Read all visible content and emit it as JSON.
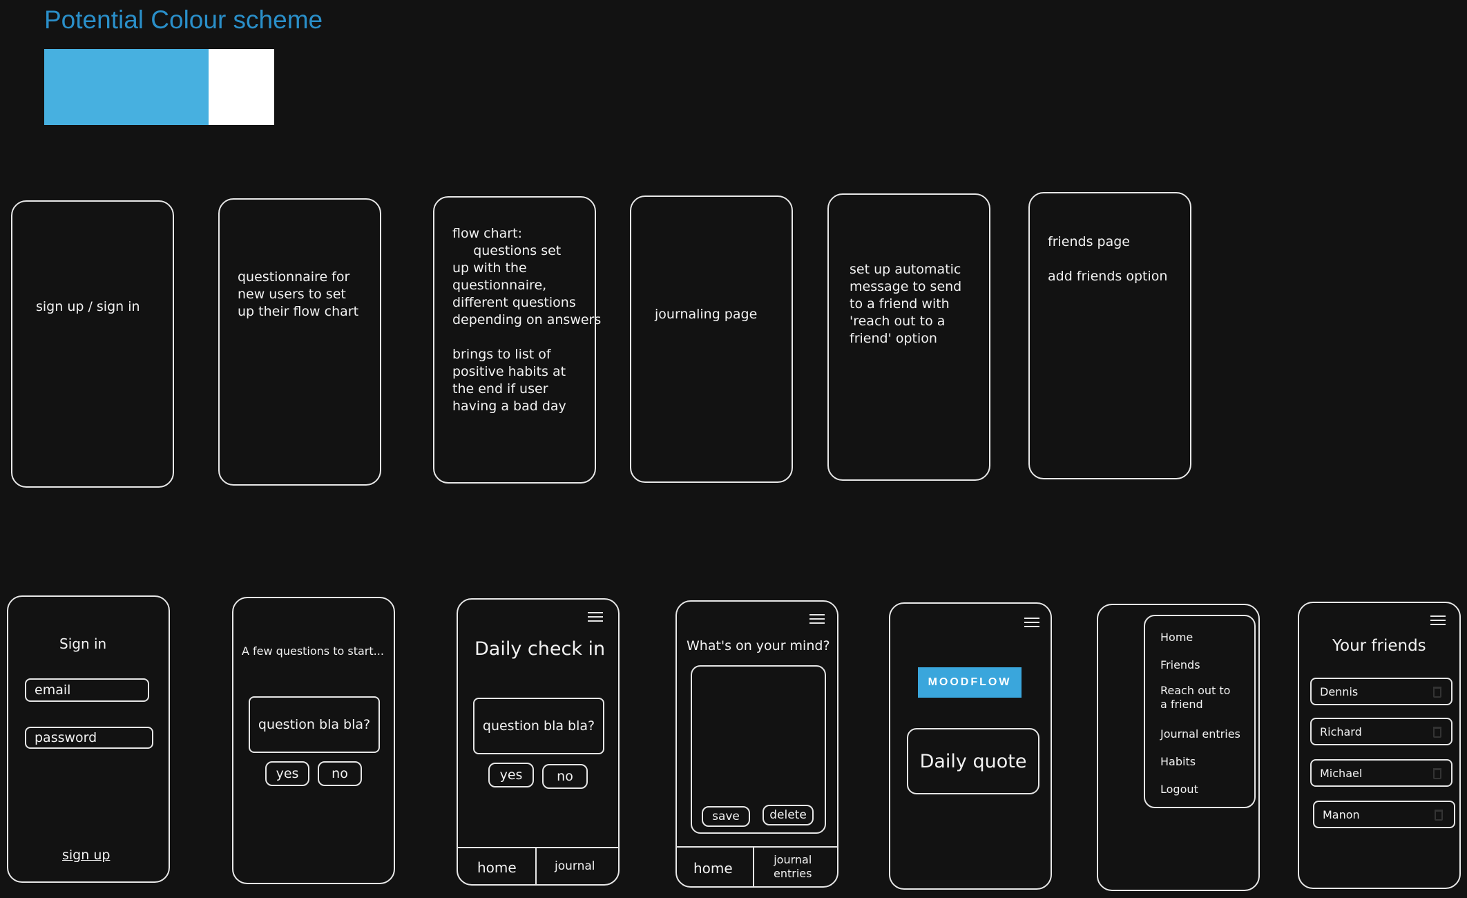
{
  "heading": "Potential Colour scheme",
  "colors": {
    "primary": "#47b0e0",
    "secondary": "#ffffff",
    "background": "#121212",
    "stroke": "#e8e8e8"
  },
  "flow_notes": {
    "n1": "sign up / sign in",
    "n2": "questionnaire for\nnew users to set\nup their flow chart",
    "n3": "flow chart:\n     questions set\nup with the\nquestionnaire,\ndifferent questions\ndepending on answers\n\nbrings to list of\npositive habits at\nthe end if user\nhaving a bad day",
    "n4": "journaling page",
    "n5": "set up automatic\nmessage to send\nto a friend with\n'reach out to a\nfriend' option",
    "n6": "friends page\n\nadd friends option"
  },
  "signin": {
    "title": "Sign in",
    "email": "email",
    "password": "password",
    "signup": "sign up"
  },
  "intro": {
    "title": "A few questions to start...",
    "question": "question bla bla?",
    "yes": "yes",
    "no": "no"
  },
  "checkin": {
    "title": "Daily check in",
    "question": "question bla bla?",
    "yes": "yes",
    "no": "no",
    "home": "home",
    "journal": "journal"
  },
  "journal": {
    "title": "What's on your mind?",
    "save": "save",
    "delete": "delete",
    "home": "home",
    "entries": "journal\nentries"
  },
  "home": {
    "logo": "MOODFLOW",
    "quote": "Daily quote"
  },
  "menu": {
    "items": [
      "Home",
      "Friends",
      "Reach out to\na friend",
      "Journal entries",
      "Habits",
      "Logout"
    ]
  },
  "friends": {
    "title": "Your friends",
    "list": [
      "Dennis",
      "Richard",
      "Michael",
      "Manon"
    ]
  }
}
